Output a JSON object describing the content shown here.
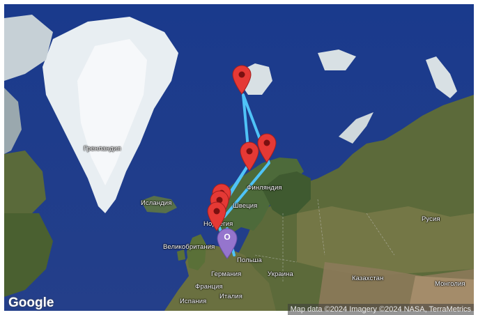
{
  "map": {
    "labels": {
      "greenland": "Гренландия",
      "iceland": "Исландия",
      "finland": "Финляндия",
      "sweden": "Швеция",
      "norway": "Норвегия",
      "uk": "Великобритания",
      "poland": "Польша",
      "ukraine": "Украина",
      "germany": "Германия",
      "france": "Франция",
      "italy": "Италия",
      "spain": "Испания",
      "russia": "Русия",
      "kazakhstan": "Казахстан",
      "mongolia": "Монголия"
    },
    "logo": "Google",
    "attribution": "Map data ©2024 Imagery ©2024 NASA, TerraMetrics",
    "origin_marker_label": "O",
    "route_color": "#4fc3f7",
    "marker_color": "#e53935",
    "origin_marker_color": "#9575cd"
  }
}
